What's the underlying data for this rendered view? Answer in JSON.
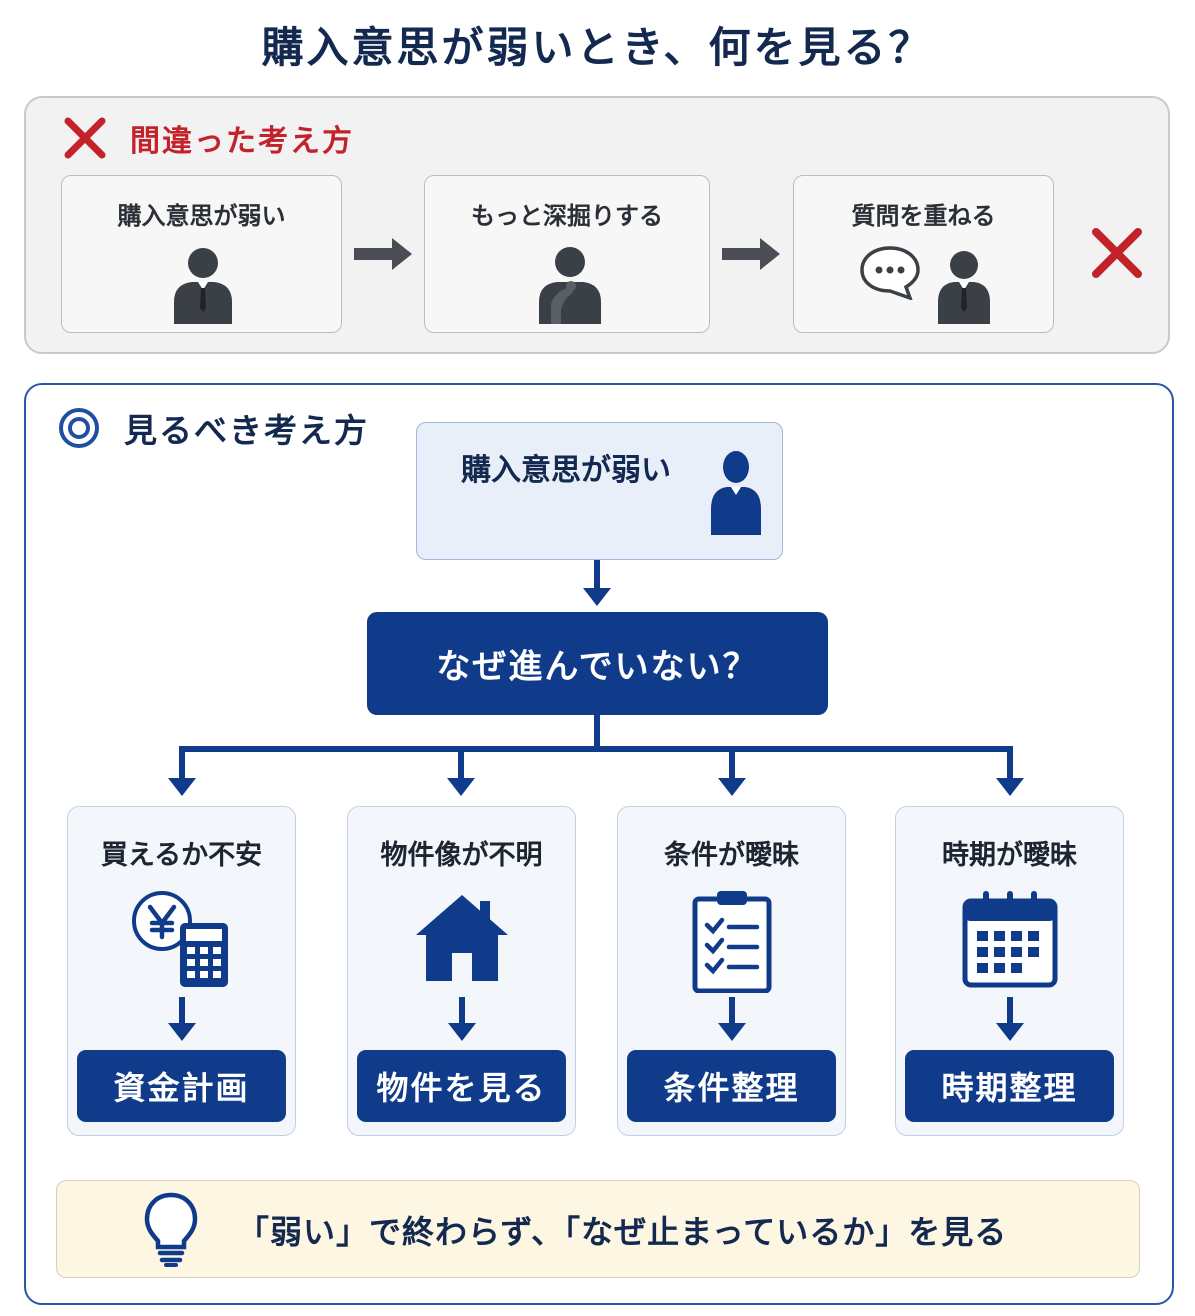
{
  "title": "購入意思が弱いとき、何を見る？",
  "wrong": {
    "heading": "間違った考え方",
    "steps": [
      {
        "label": "購入意思が弱い",
        "icon": "person-icon"
      },
      {
        "label": "もっと深掘りする",
        "icon": "thinking-person-icon"
      },
      {
        "label": "質問を重ねる",
        "icon": "speech-bubble-person-icon"
      }
    ],
    "verdict_icon": "cross-icon"
  },
  "right": {
    "heading": "見るべき考え方",
    "start_node": "購入意思が弱い",
    "question": "なぜ進んでいない？",
    "causes": [
      {
        "label": "買えるか不安",
        "icon": "yen-calculator-icon",
        "action": "資金計画"
      },
      {
        "label": "物件像が不明",
        "icon": "house-icon",
        "action": "物件を見る"
      },
      {
        "label": "条件が曖昧",
        "icon": "checklist-icon",
        "action": "条件整理"
      },
      {
        "label": "時期が曖昧",
        "icon": "calendar-icon",
        "action": "時期整理"
      }
    ],
    "footer": "「弱い」で終わらず、「なぜ止まっているか」を見る"
  },
  "colors": {
    "navy": "#103b8a",
    "red": "#c4222b",
    "gray": "#f2f2f3"
  }
}
